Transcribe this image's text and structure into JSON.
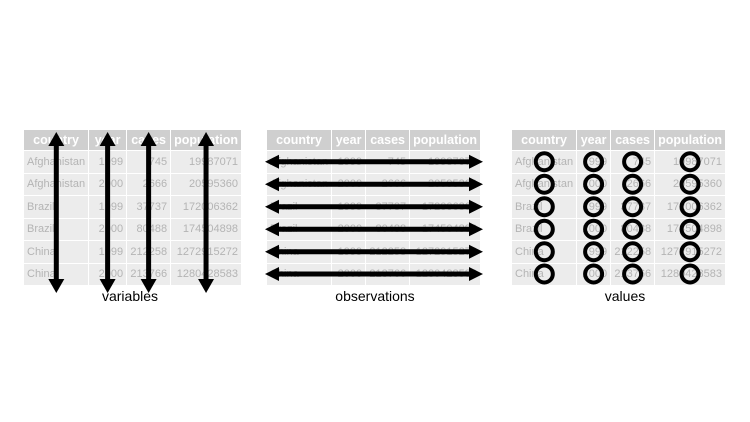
{
  "headers": [
    "country",
    "year",
    "cases",
    "population"
  ],
  "rows": [
    [
      "Afghanistan",
      "1999",
      "745",
      "19987071"
    ],
    [
      "Afghanistan",
      "2000",
      "2666",
      "20595360"
    ],
    [
      "Brazil",
      "1999",
      "37737",
      "172006362"
    ],
    [
      "Brazil",
      "2000",
      "80488",
      "174504898"
    ],
    [
      "China",
      "1999",
      "212258",
      "1272915272"
    ],
    [
      "China",
      "2000",
      "213766",
      "1280428583"
    ]
  ],
  "captions": {
    "variables": "variables",
    "observations": "observations",
    "values": "values"
  },
  "colors": {
    "header_bg": "#cfcfcf",
    "cell_bg": "#ececec",
    "cell_text": "#b4b4b4",
    "marks": "#000000"
  }
}
